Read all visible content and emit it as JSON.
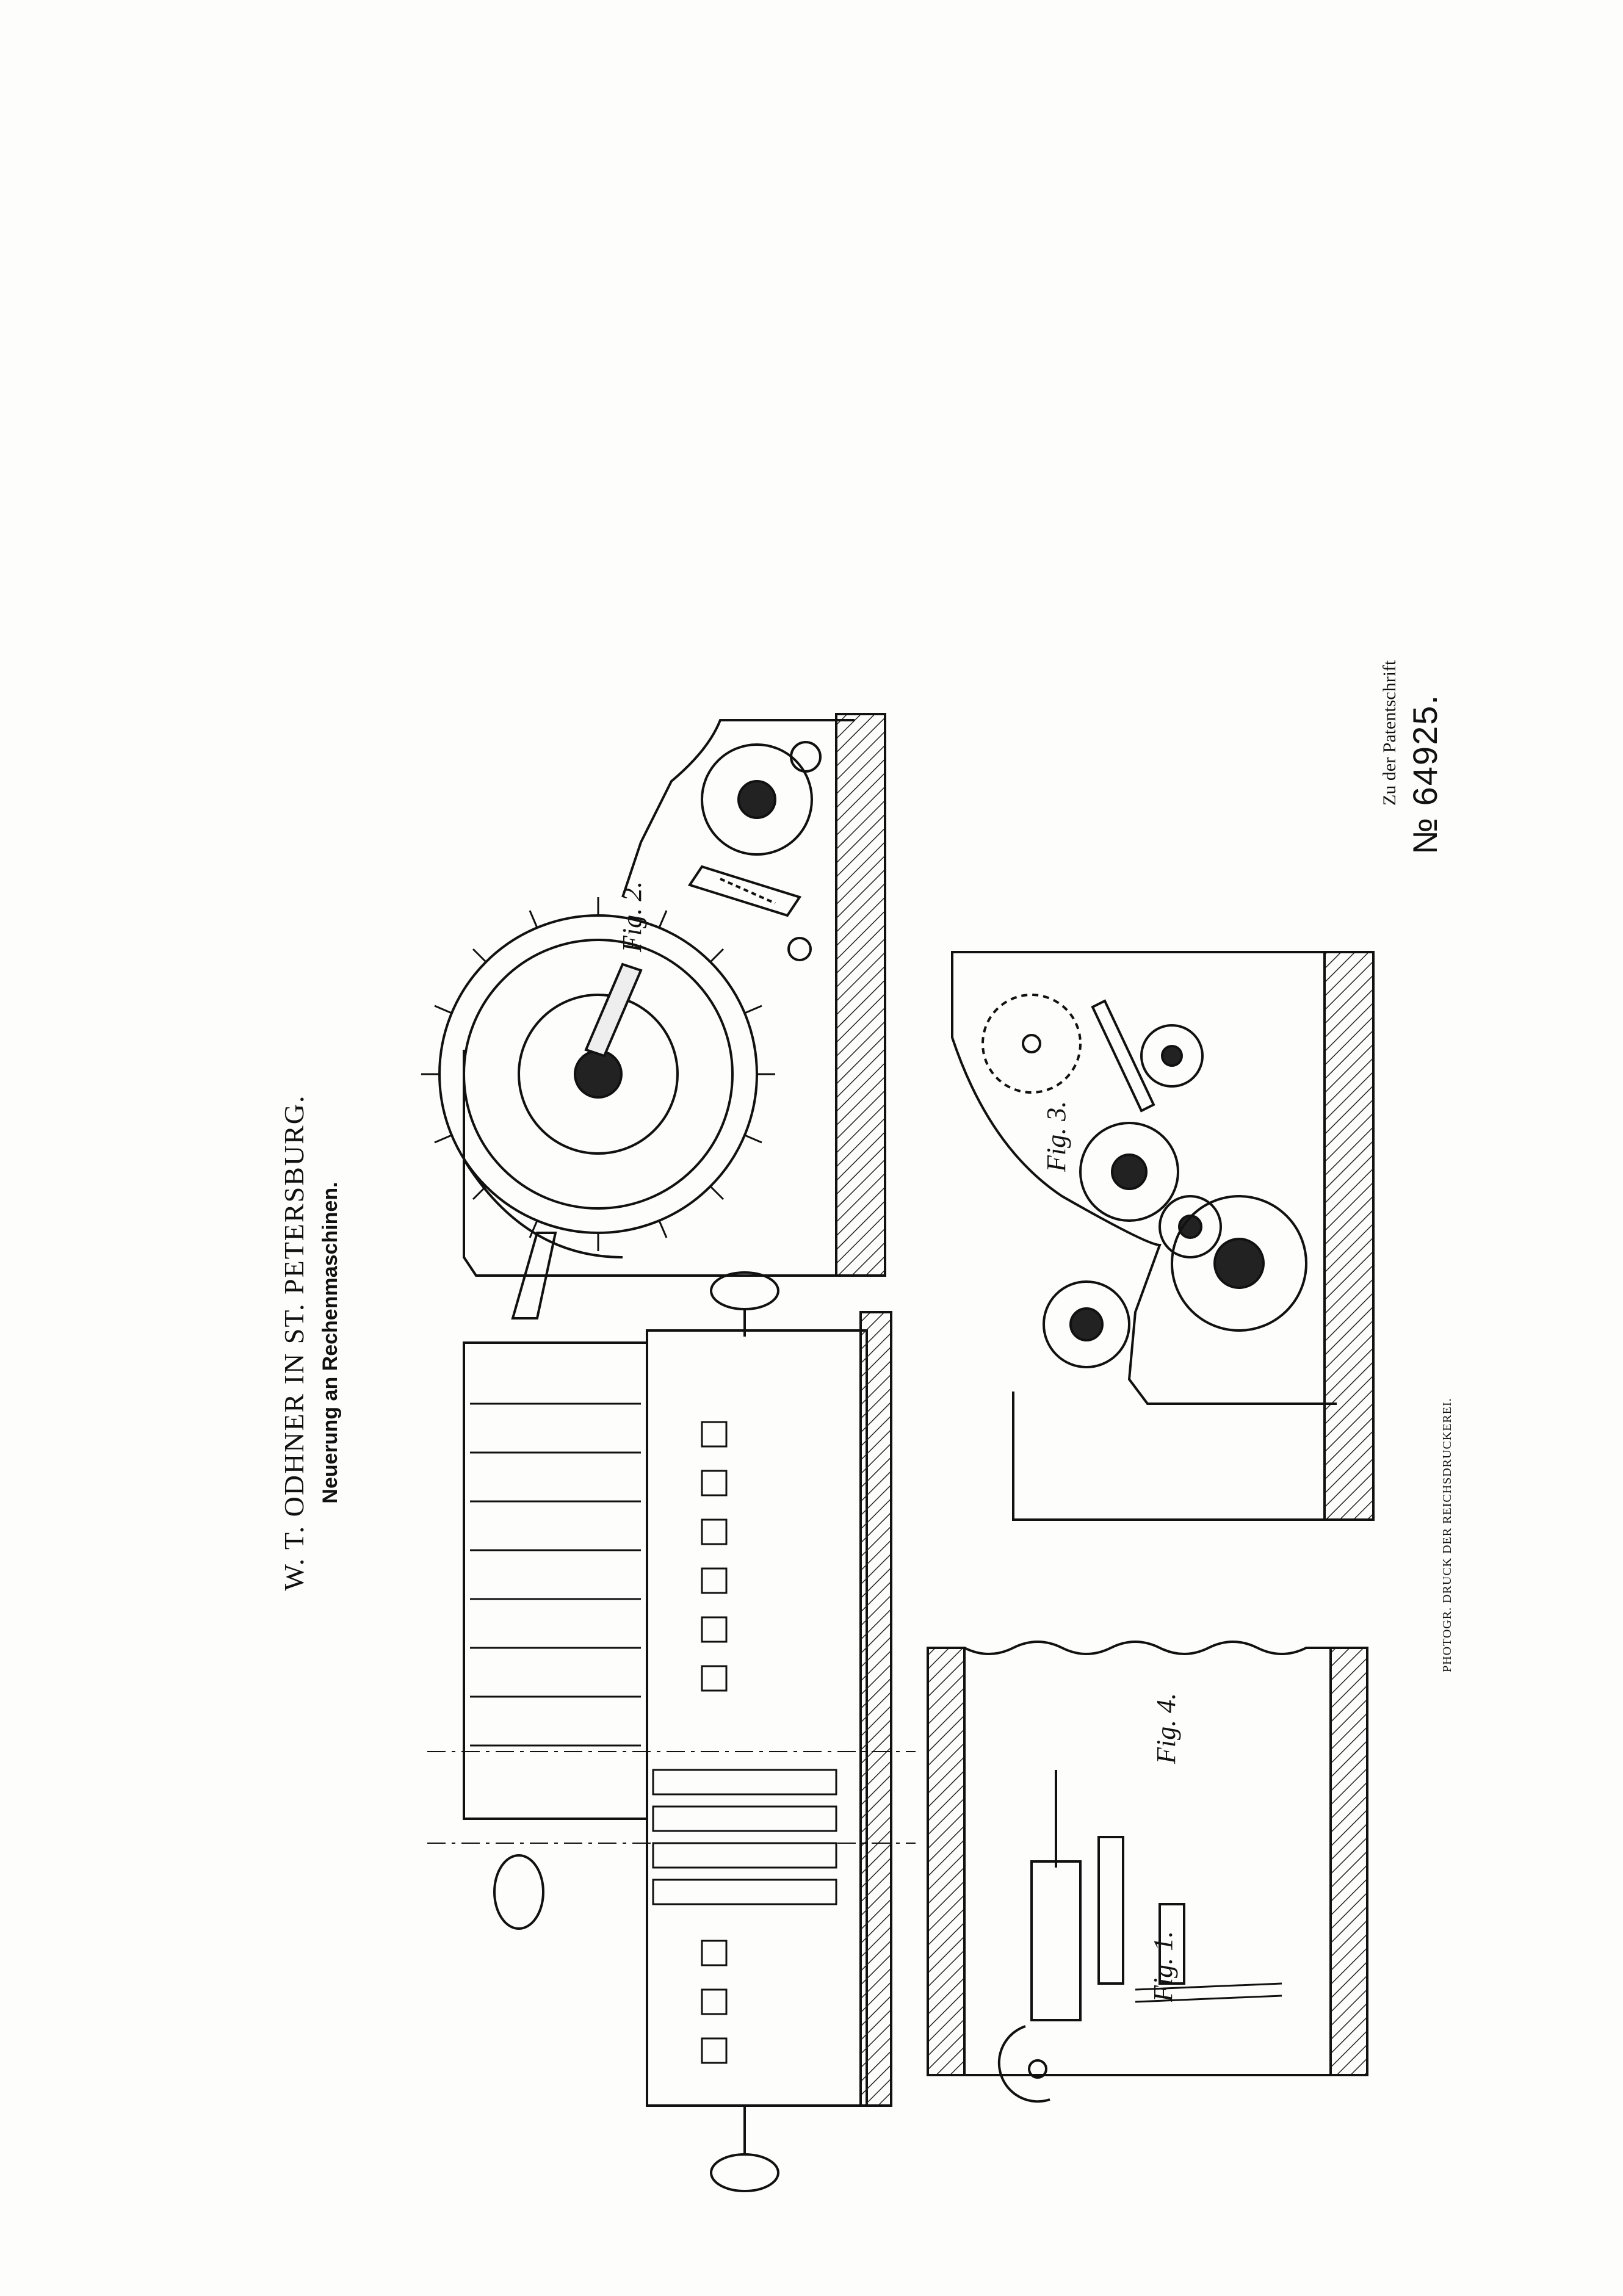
{
  "document": {
    "author_line": "W. T. ODHNER IN ST. PETERSBURG.",
    "subtitle": "Neuerung an Rechenmaschinen.",
    "patent_caption": "Zu der Patentschrift",
    "patent_number": "№ 64925.",
    "printer_line": "PHOTOGR. DRUCK DER REICHSDRUCKEREI."
  },
  "figures": {
    "fig1": "Fig. 1.",
    "fig2": "Fig. 2.",
    "fig3": "Fig. 3.",
    "fig4": "Fig. 4."
  }
}
